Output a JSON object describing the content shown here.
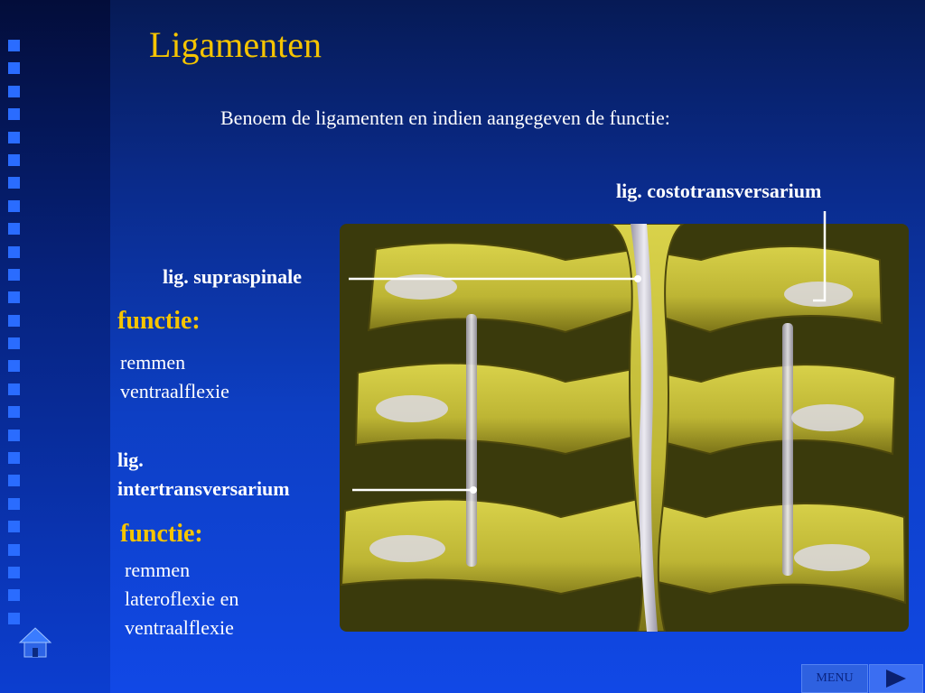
{
  "title": "Ligamenten",
  "instruction": "Benoem de ligamenten en indien aangegeven de functie:",
  "labels": {
    "costotransversarium": "lig. costotransversarium",
    "supraspinale": "lig. supraspinale",
    "intertransversarium_line1": "lig.",
    "intertransversarium_line2": "intertransversarium"
  },
  "functie_1": {
    "heading": "functie:",
    "line1": "remmen",
    "line2": "ventraalflexie"
  },
  "functie_2": {
    "heading": "functie:",
    "line1": "remmen",
    "line2": "lateroflexie en",
    "line3": "ventraalflexie"
  },
  "nav": {
    "menu_label": "MENU",
    "home_icon": "home-icon",
    "next_icon": "play-arrow-icon"
  },
  "colors": {
    "title": "#f5c400",
    "text": "#ffffff",
    "bone": "#c8c23c",
    "ligament": "#d8d4e0"
  }
}
